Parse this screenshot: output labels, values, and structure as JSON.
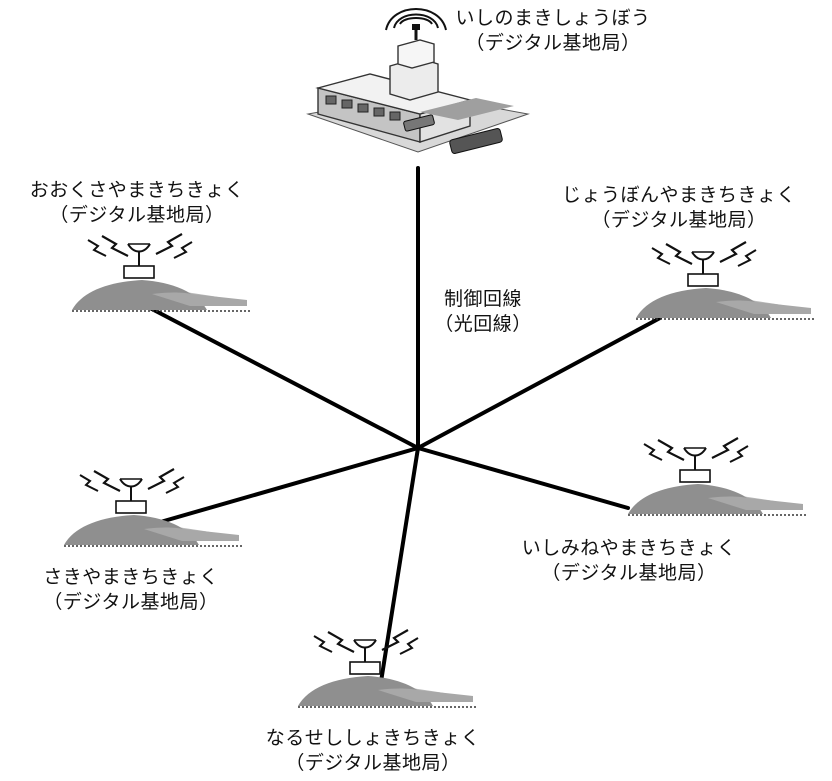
{
  "hub": {
    "name": "いしのまきしょうぼう",
    "type": "（デジタル基地局）"
  },
  "link": {
    "name": "制御回線",
    "type": "（光回線）"
  },
  "stations": [
    {
      "id": "ookusayama",
      "name": "おおくさやまきちきょく",
      "type": "（デジタル基地局）"
    },
    {
      "id": "joubanyama",
      "name": "じょうぼんやまきちきょく",
      "type": "（デジタル基地局）"
    },
    {
      "id": "sakiyama",
      "name": "さきやまきちきょく",
      "type": "（デジタル基地局）"
    },
    {
      "id": "ishiminayama",
      "name": "いしみねやまきちきょく",
      "type": "（デジタル基地局）"
    },
    {
      "id": "naruse",
      "name": "なるせししょきちきょく",
      "type": "（デジタル基地局）"
    }
  ]
}
